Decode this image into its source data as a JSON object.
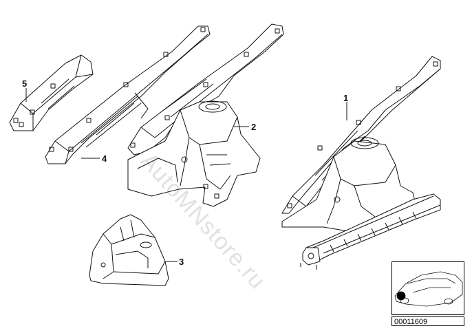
{
  "callouts": {
    "c1": "1",
    "c2": "2",
    "c3": "3",
    "c4": "4",
    "c5": "5"
  },
  "part_code": "00011609",
  "watermark": "AutoMNstore.ru",
  "colors": {
    "line": "#111111",
    "background": "#ffffff",
    "highlight": "#000000"
  }
}
